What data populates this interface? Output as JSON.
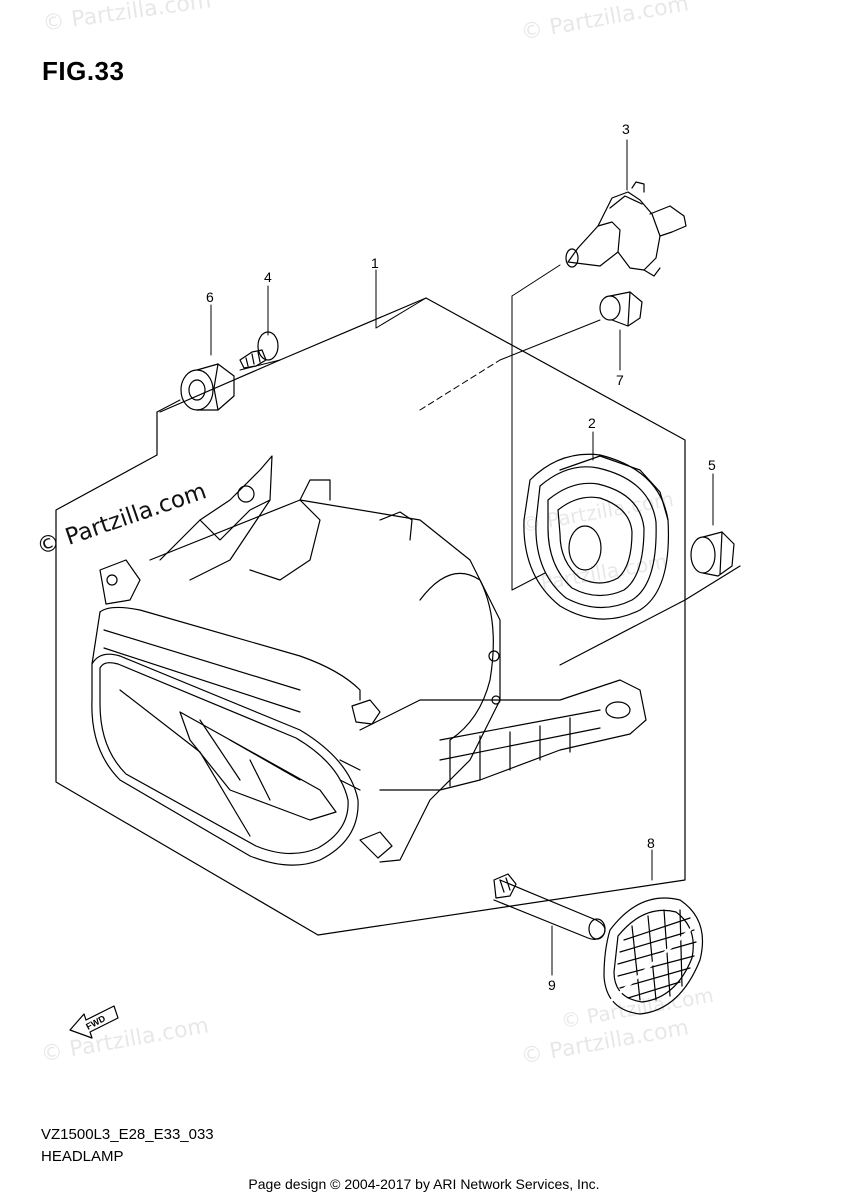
{
  "figure": {
    "title": "FIG.33"
  },
  "watermarks": {
    "main": "© Partzilla.com",
    "faint": [
      "© Partzilla.com",
      "© Partzilla.com",
      "Partzilla.com",
      "© Partzilla.com",
      "© Partzilla.com",
      "© Partzilla.com",
      "© Partzilla.com"
    ]
  },
  "callouts": [
    "1",
    "2",
    "3",
    "4",
    "5",
    "6",
    "7",
    "8",
    "9"
  ],
  "fwd_badge": "FWD",
  "model_code": "VZ1500L3_E28_E33_033",
  "caption": "HEADLAMP",
  "footer": "Page design © 2004-2017 by ARI Network Services, Inc."
}
